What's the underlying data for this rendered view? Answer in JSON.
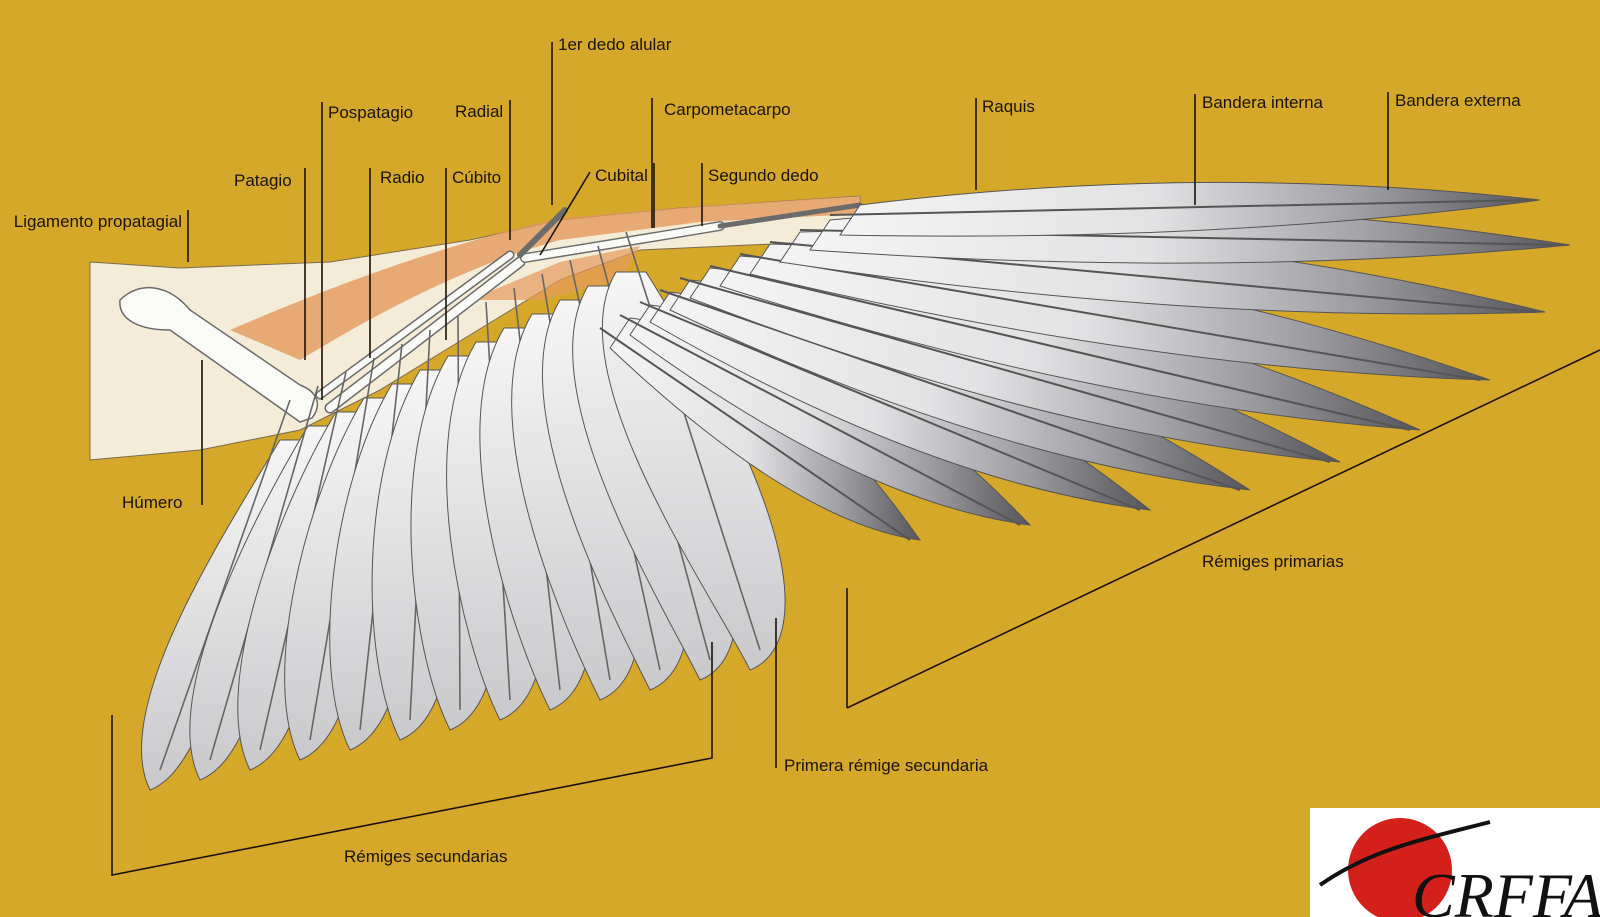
{
  "labels": {
    "dedo_alular": "1er dedo alular",
    "pospatagio": "Pospatagio",
    "radial": "Radial",
    "carpometacarpo": "Carpometacarpo",
    "raquis": "Raquis",
    "bandera_interna": "Bandera interna",
    "bandera_externa": "Bandera externa",
    "patagio": "Patagio",
    "radio": "Radio",
    "cubito": "Cúbito",
    "cubital": "Cubital",
    "segundo_dedo": "Segundo dedo",
    "ligamento_propatagial": "Ligamento propatagial",
    "humero": "Húmero",
    "remiges_primarias": "Rémiges primarias",
    "primera_remige_secundaria": "Primera rémige secundaria",
    "remiges_secundarias": "Rémiges secundarias"
  },
  "logo": {
    "text": "CRFFA",
    "accent_color": "#d3201b"
  },
  "colors": {
    "background": "#d6a82a",
    "patagium": "#f4ecd6",
    "muscle": "#e59a5c",
    "feather_light": "#f2f2f2",
    "feather_dark": "#57575b"
  }
}
